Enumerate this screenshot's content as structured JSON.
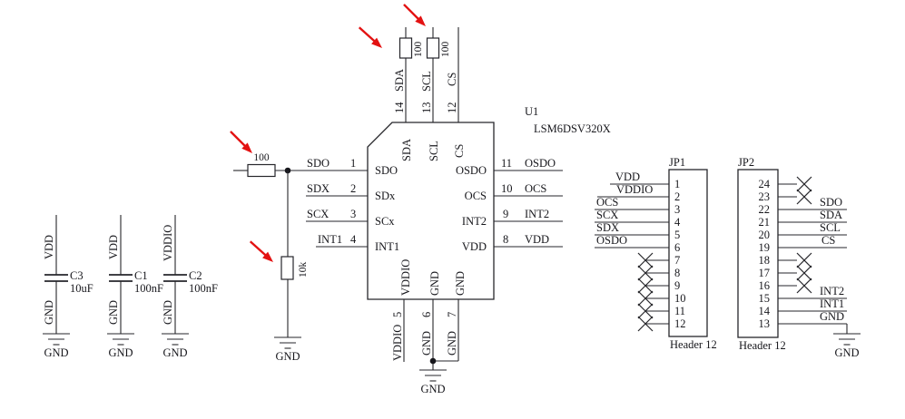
{
  "colors": {
    "line": "#26262b",
    "arrow_red": "#e31212",
    "background": "#ffffff"
  },
  "capacitors": [
    {
      "top_net": "VDD",
      "ref": "C3",
      "value": "10uF",
      "bottom_net": "GND",
      "gnd": "GND"
    },
    {
      "top_net": "VDD",
      "ref": "C1",
      "value": "100nF",
      "bottom_net": "GND",
      "gnd": "GND"
    },
    {
      "top_net": "VDDIO",
      "ref": "C2",
      "value": "100nF",
      "bottom_net": "GND",
      "gnd": "GND"
    }
  ],
  "resistors": {
    "sda_pullup": "100",
    "scl_pullup": "100",
    "sdo_series": "100",
    "pulldown": "10k"
  },
  "pulldown_gnd": "GND",
  "ic": {
    "refdes": "U1",
    "part": "LSM6DSV320X",
    "top_pins": [
      {
        "num": "14",
        "name": "SDA",
        "net": "SDA"
      },
      {
        "num": "13",
        "name": "SCL",
        "net": "SCL"
      },
      {
        "num": "12",
        "name": "CS",
        "net": "CS"
      }
    ],
    "left_pins": [
      {
        "num": "1",
        "name": "SDO",
        "net": "SDO"
      },
      {
        "num": "2",
        "name": "SDx",
        "net": "SDX"
      },
      {
        "num": "3",
        "name": "SCx",
        "net": "SCX"
      },
      {
        "num": "4",
        "name": "INT1",
        "net": "INT1"
      }
    ],
    "right_pins": [
      {
        "num": "11",
        "name": "OSDO",
        "net": "OSDO"
      },
      {
        "num": "10",
        "name": "OCS",
        "net": "OCS"
      },
      {
        "num": "9",
        "name": "INT2",
        "net": "INT2"
      },
      {
        "num": "8",
        "name": "VDD",
        "net": "VDD"
      }
    ],
    "bottom_pins": [
      {
        "num": "5",
        "name": "VDDIO",
        "net": "VDDIO"
      },
      {
        "num": "6",
        "name": "GND",
        "net": "GND"
      },
      {
        "num": "7",
        "name": "GND",
        "net": "GND"
      }
    ],
    "gnd": "GND"
  },
  "jp1": {
    "refdes": "JP1",
    "type": "Header 12",
    "pins": [
      {
        "num": "1",
        "net": "VDD"
      },
      {
        "num": "2",
        "net": "VDDIO"
      },
      {
        "num": "3",
        "net": "OCS"
      },
      {
        "num": "4",
        "net": "SCX"
      },
      {
        "num": "5",
        "net": "SDX"
      },
      {
        "num": "6",
        "net": "OSDO"
      },
      {
        "num": "7"
      },
      {
        "num": "8"
      },
      {
        "num": "9"
      },
      {
        "num": "10"
      },
      {
        "num": "11"
      },
      {
        "num": "12"
      }
    ]
  },
  "jp2": {
    "refdes": "JP2",
    "type": "Header 12",
    "gnd": "GND",
    "pins": [
      {
        "num": "24"
      },
      {
        "num": "23"
      },
      {
        "num": "22",
        "net": "SDO"
      },
      {
        "num": "21",
        "net": "SDA"
      },
      {
        "num": "20",
        "net": "SCL"
      },
      {
        "num": "19",
        "net": "CS"
      },
      {
        "num": "18"
      },
      {
        "num": "17"
      },
      {
        "num": "16"
      },
      {
        "num": "15",
        "net": "INT2"
      },
      {
        "num": "14",
        "net": "INT1"
      },
      {
        "num": "13",
        "net": "GND"
      }
    ]
  }
}
